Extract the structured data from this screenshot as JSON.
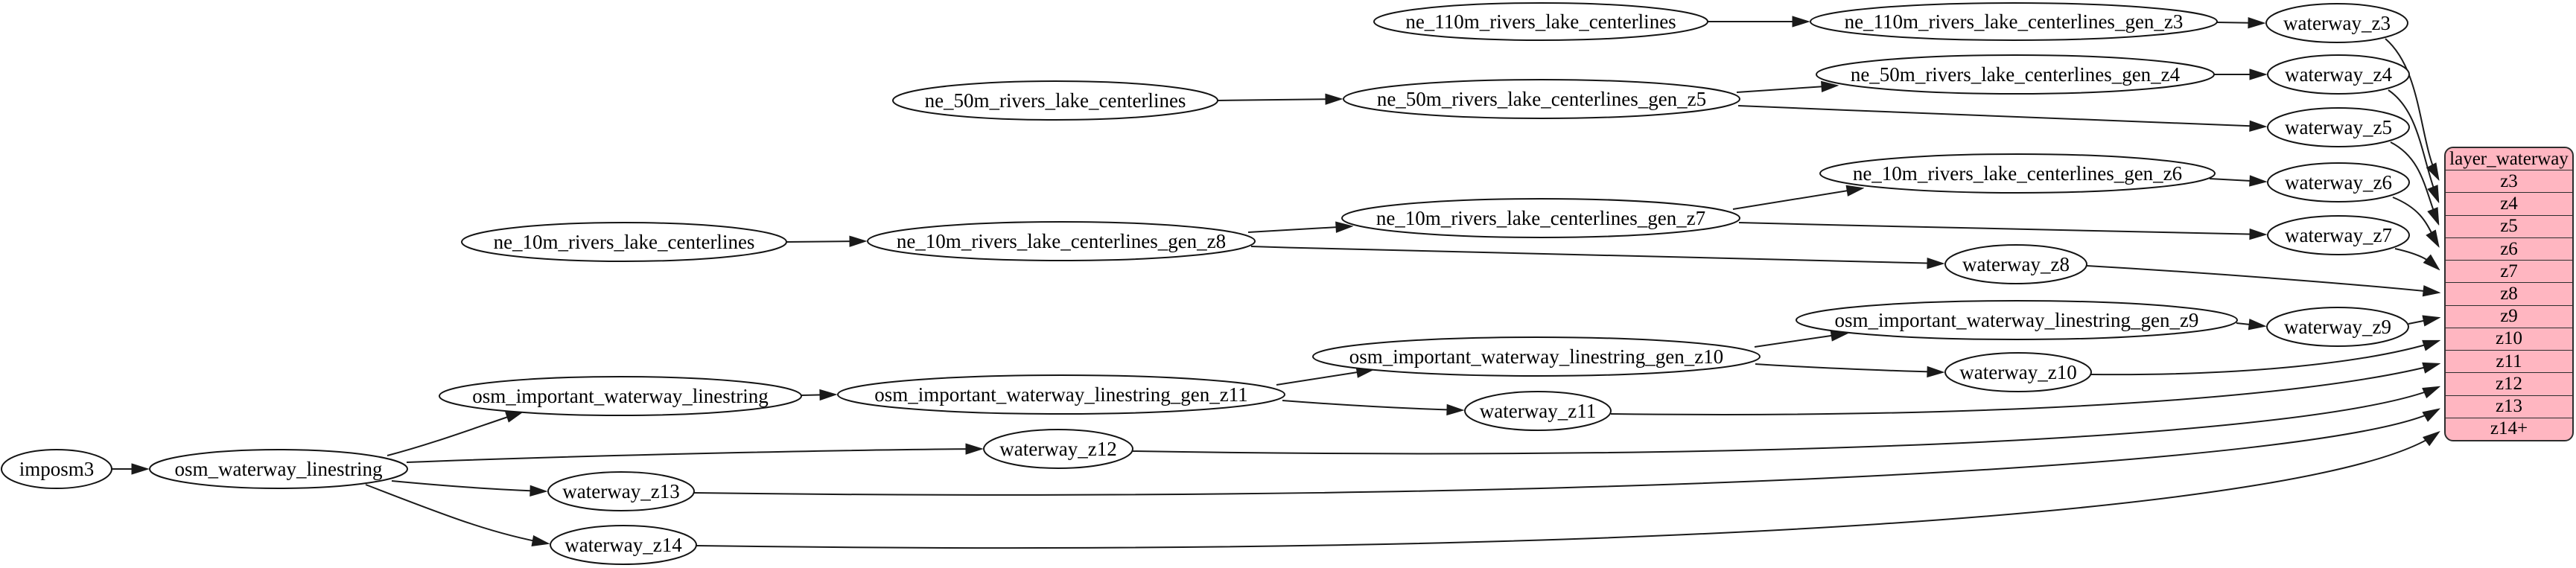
{
  "diagram": {
    "colors": {
      "background": "#ffffff",
      "node_fill": "#ffffff",
      "node_stroke": "#141414",
      "edge": "#1a1a1a",
      "table_fill": "#ffb6c1",
      "table_border": "#2d2d2d"
    },
    "nodes": [
      {
        "id": "imposm3",
        "label": "imposm3"
      },
      {
        "id": "osm_waterway_linestring",
        "label": "osm_waterway_linestring"
      },
      {
        "id": "osm_important_waterway_linestring",
        "label": "osm_important_waterway_linestring"
      },
      {
        "id": "osm_important_waterway_linestring_gen_z11",
        "label": "osm_important_waterway_linestring_gen_z11"
      },
      {
        "id": "osm_important_waterway_linestring_gen_z10",
        "label": "osm_important_waterway_linestring_gen_z10"
      },
      {
        "id": "osm_important_waterway_linestring_gen_z9",
        "label": "osm_important_waterway_linestring_gen_z9"
      },
      {
        "id": "ne_10m_rivers_lake_centerlines",
        "label": "ne_10m_rivers_lake_centerlines"
      },
      {
        "id": "ne_10m_rivers_lake_centerlines_gen_z8",
        "label": "ne_10m_rivers_lake_centerlines_gen_z8"
      },
      {
        "id": "ne_10m_rivers_lake_centerlines_gen_z7",
        "label": "ne_10m_rivers_lake_centerlines_gen_z7"
      },
      {
        "id": "ne_10m_rivers_lake_centerlines_gen_z6",
        "label": "ne_10m_rivers_lake_centerlines_gen_z6"
      },
      {
        "id": "ne_50m_rivers_lake_centerlines",
        "label": "ne_50m_rivers_lake_centerlines"
      },
      {
        "id": "ne_50m_rivers_lake_centerlines_gen_z5",
        "label": "ne_50m_rivers_lake_centerlines_gen_z5"
      },
      {
        "id": "ne_50m_rivers_lake_centerlines_gen_z4",
        "label": "ne_50m_rivers_lake_centerlines_gen_z4"
      },
      {
        "id": "ne_110m_rivers_lake_centerlines",
        "label": "ne_110m_rivers_lake_centerlines"
      },
      {
        "id": "ne_110m_rivers_lake_centerlines_gen_z3",
        "label": "ne_110m_rivers_lake_centerlines_gen_z3"
      },
      {
        "id": "waterway_z3",
        "label": "waterway_z3"
      },
      {
        "id": "waterway_z4",
        "label": "waterway_z4"
      },
      {
        "id": "waterway_z5",
        "label": "waterway_z5"
      },
      {
        "id": "waterway_z6",
        "label": "waterway_z6"
      },
      {
        "id": "waterway_z7",
        "label": "waterway_z7"
      },
      {
        "id": "waterway_z8",
        "label": "waterway_z8"
      },
      {
        "id": "waterway_z9",
        "label": "waterway_z9"
      },
      {
        "id": "waterway_z10",
        "label": "waterway_z10"
      },
      {
        "id": "waterway_z11",
        "label": "waterway_z11"
      },
      {
        "id": "waterway_z12",
        "label": "waterway_z12"
      },
      {
        "id": "waterway_z13",
        "label": "waterway_z13"
      },
      {
        "id": "waterway_z14",
        "label": "waterway_z14"
      }
    ],
    "layer_table": {
      "title": "layer_waterway",
      "rows": [
        "z3",
        "z4",
        "z5",
        "z6",
        "z7",
        "z8",
        "z9",
        "z10",
        "z11",
        "z12",
        "z13",
        "z14+"
      ]
    },
    "edges": [
      {
        "from": "imposm3",
        "to": "osm_waterway_linestring"
      },
      {
        "from": "osm_waterway_linestring",
        "to": "osm_important_waterway_linestring"
      },
      {
        "from": "osm_waterway_linestring",
        "to": "waterway_z12"
      },
      {
        "from": "osm_waterway_linestring",
        "to": "waterway_z13"
      },
      {
        "from": "osm_waterway_linestring",
        "to": "waterway_z14"
      },
      {
        "from": "osm_important_waterway_linestring",
        "to": "osm_important_waterway_linestring_gen_z11"
      },
      {
        "from": "osm_important_waterway_linestring_gen_z11",
        "to": "osm_important_waterway_linestring_gen_z10"
      },
      {
        "from": "osm_important_waterway_linestring_gen_z11",
        "to": "waterway_z11"
      },
      {
        "from": "osm_important_waterway_linestring_gen_z10",
        "to": "osm_important_waterway_linestring_gen_z9"
      },
      {
        "from": "osm_important_waterway_linestring_gen_z10",
        "to": "waterway_z10"
      },
      {
        "from": "osm_important_waterway_linestring_gen_z9",
        "to": "waterway_z9"
      },
      {
        "from": "ne_10m_rivers_lake_centerlines",
        "to": "ne_10m_rivers_lake_centerlines_gen_z8"
      },
      {
        "from": "ne_10m_rivers_lake_centerlines_gen_z8",
        "to": "ne_10m_rivers_lake_centerlines_gen_z7"
      },
      {
        "from": "ne_10m_rivers_lake_centerlines_gen_z8",
        "to": "waterway_z8"
      },
      {
        "from": "ne_10m_rivers_lake_centerlines_gen_z7",
        "to": "ne_10m_rivers_lake_centerlines_gen_z6"
      },
      {
        "from": "ne_10m_rivers_lake_centerlines_gen_z7",
        "to": "waterway_z7"
      },
      {
        "from": "ne_10m_rivers_lake_centerlines_gen_z6",
        "to": "waterway_z6"
      },
      {
        "from": "ne_50m_rivers_lake_centerlines",
        "to": "ne_50m_rivers_lake_centerlines_gen_z5"
      },
      {
        "from": "ne_50m_rivers_lake_centerlines_gen_z5",
        "to": "ne_50m_rivers_lake_centerlines_gen_z4"
      },
      {
        "from": "ne_50m_rivers_lake_centerlines_gen_z5",
        "to": "waterway_z5"
      },
      {
        "from": "ne_50m_rivers_lake_centerlines_gen_z4",
        "to": "waterway_z4"
      },
      {
        "from": "ne_110m_rivers_lake_centerlines",
        "to": "ne_110m_rivers_lake_centerlines_gen_z3"
      },
      {
        "from": "ne_110m_rivers_lake_centerlines_gen_z3",
        "to": "waterway_z3"
      },
      {
        "from": "waterway_z3",
        "to": "layer_waterway.z3"
      },
      {
        "from": "waterway_z4",
        "to": "layer_waterway.z4"
      },
      {
        "from": "waterway_z5",
        "to": "layer_waterway.z5"
      },
      {
        "from": "waterway_z6",
        "to": "layer_waterway.z6"
      },
      {
        "from": "waterway_z7",
        "to": "layer_waterway.z7"
      },
      {
        "from": "waterway_z8",
        "to": "layer_waterway.z8"
      },
      {
        "from": "waterway_z9",
        "to": "layer_waterway.z9"
      },
      {
        "from": "waterway_z10",
        "to": "layer_waterway.z10"
      },
      {
        "from": "waterway_z11",
        "to": "layer_waterway.z11"
      },
      {
        "from": "waterway_z12",
        "to": "layer_waterway.z12"
      },
      {
        "from": "waterway_z13",
        "to": "layer_waterway.z13"
      },
      {
        "from": "waterway_z14",
        "to": "layer_waterway.z14+"
      }
    ]
  }
}
